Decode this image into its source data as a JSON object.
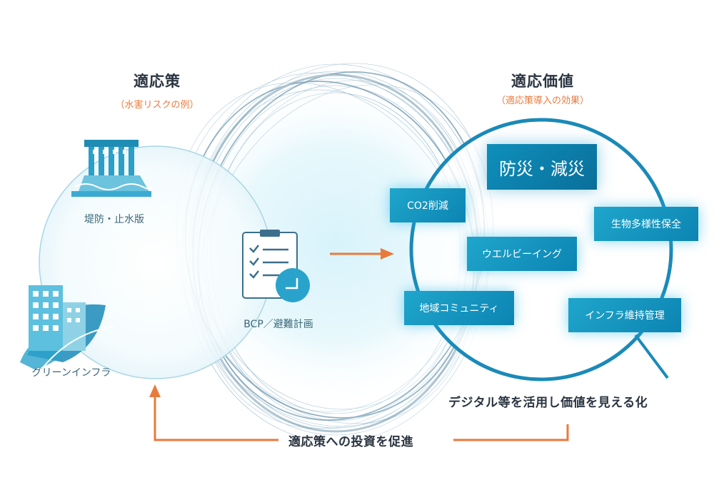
{
  "left": {
    "title": "適応策",
    "subtitle": "（水害リスクの例）",
    "items": [
      "堤防・止水版",
      "グリーンインフラ"
    ]
  },
  "center": {
    "item": "BCP／避難計画"
  },
  "right": {
    "title": "適応価値",
    "subtitle": "（適応策導入の効果）",
    "main": "防災・減災",
    "items": [
      "CO2削減",
      "生物多様性保全",
      "ウエルビーイング",
      "地域コミュニティ",
      "インフラ維持管理"
    ]
  },
  "visualize_text": "デジタル等を活用し価値を見える化",
  "invest_text": "適応策への投資を促進",
  "colors": {
    "accent": "#e97a3c",
    "primary": "#0c84b2",
    "text": "#2a3440"
  },
  "icons": [
    "dam-icon",
    "clipboard-checklist-icon",
    "green-building-icon",
    "arrow-right-icon",
    "arrow-up-icon"
  ]
}
